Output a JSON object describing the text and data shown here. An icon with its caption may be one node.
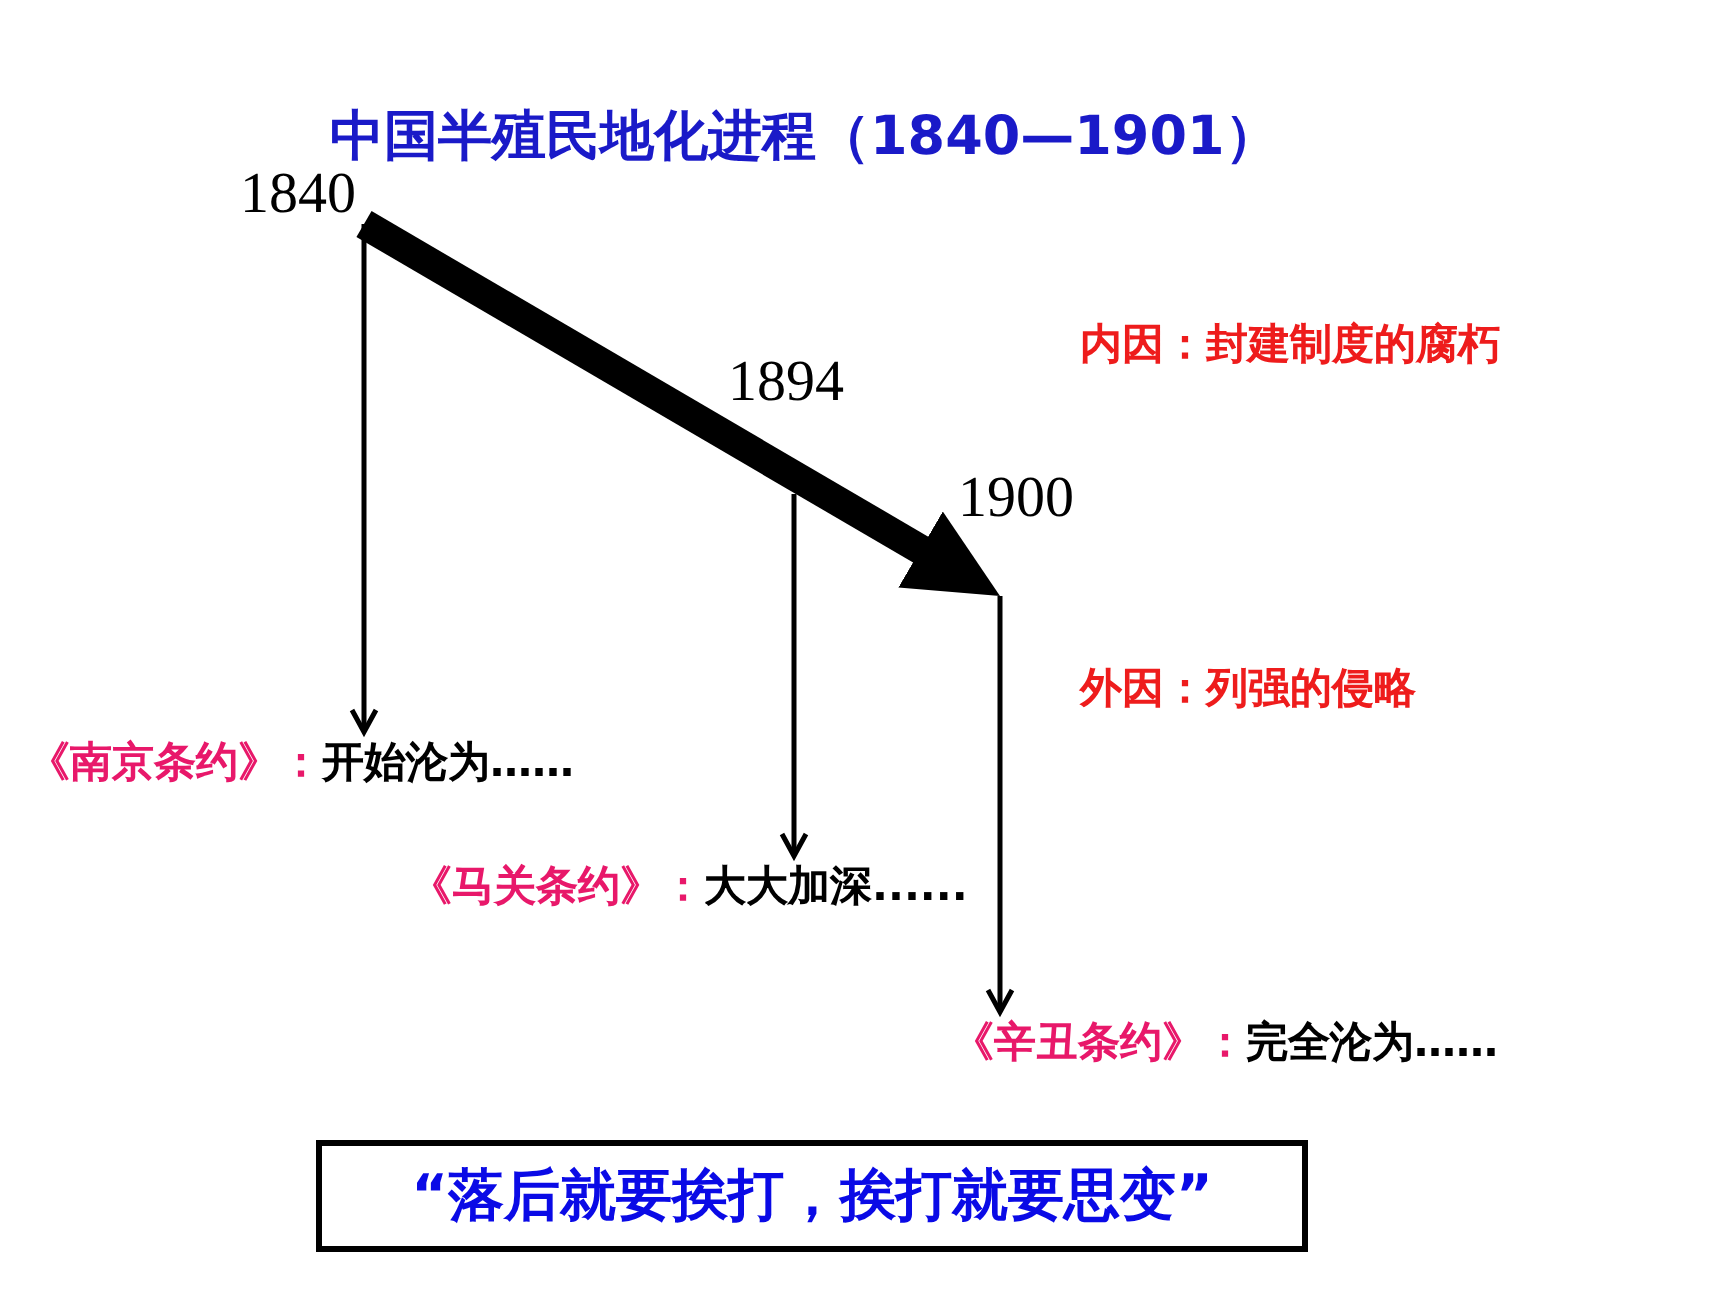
{
  "diagram": {
    "title": "中国半殖民地化进程（1840—1901）",
    "nodes": [
      {
        "text": [
          "1840"
        ]
      },
      {
        "text": [
          "1894"
        ]
      },
      {
        "text": [
          "1900"
        ]
      },
      {
        "text": [
          "《南京条约》：",
          "开始沦为……"
        ]
      },
      {
        "text": [
          "《马关条约》：",
          "大大加深......"
        ]
      },
      {
        "text": [
          "《辛丑条约》：",
          "完全沦为……"
        ]
      },
      {
        "text": [
          "“落后就要挨打，挨打就要思变”"
        ]
      }
    ],
    "edges": [
      {
        "from": 0,
        "to": 2,
        "arrow": "to",
        "style": "thick"
      },
      {
        "from": 0,
        "to": 3,
        "arrow": "to"
      },
      {
        "from": 1,
        "to": 4,
        "arrow": "to"
      },
      {
        "from": 2,
        "to": 5,
        "arrow": "to"
      }
    ],
    "labels": [
      "内因：封建制度的腐朽",
      "外因：列强的侵略"
    ]
  }
}
